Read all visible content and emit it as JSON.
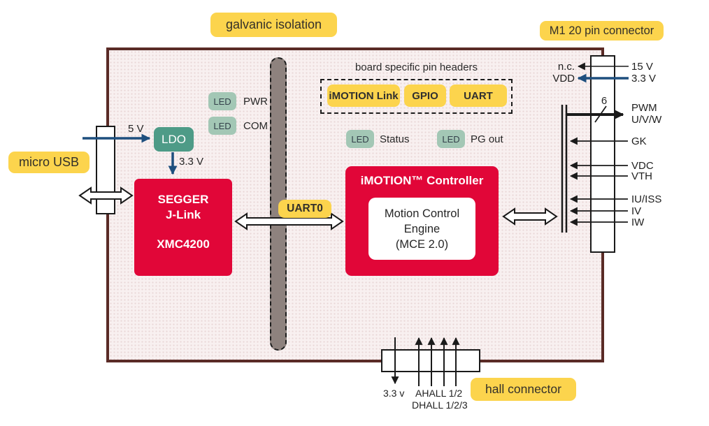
{
  "colors": {
    "board_fill": "#f8f0f0",
    "board_border": "#5a2b26",
    "accent_red": "#e10638",
    "accent_yellow": "#fcd44d",
    "ldo_teal": "#4e9b87",
    "led_sage": "#a3c7b5",
    "arrow_blue": "#1e4f7e",
    "isolation_gray": "#8e827e"
  },
  "labels": {
    "galvanic_isolation": "galvanic isolation",
    "m1_connector": "M1 20 pin connector",
    "micro_usb": "micro USB",
    "uart0": "UART0",
    "hall_connector": "hall connector",
    "pin_headers_title": "board specific pin headers"
  },
  "pin_headers": {
    "imotion_link": "iMOTION Link",
    "gpio": "GPIO",
    "uart": "UART"
  },
  "leds": {
    "led": "LED",
    "pwr": "PWR",
    "com": "COM",
    "status": "Status",
    "pg_out": "PG out"
  },
  "power": {
    "v5": "5 V",
    "v33": "3.3 V"
  },
  "blocks": {
    "ldo": "LDO",
    "segger_line1": "SEGGER",
    "segger_line2": "J-Link",
    "segger_line3": "XMC4200",
    "imotion_title": "iMOTION™ Controller",
    "mce_line1": "Motion Control",
    "mce_line2": "Engine",
    "mce_line3": "(MCE 2.0)"
  },
  "m1_pins": {
    "nc": "n.c.",
    "vdd": "VDD",
    "v15": "15 V",
    "v33": "3.3 V",
    "bus_count": "6",
    "pwm": "PWM",
    "uvw": "U/V/W",
    "gk": "GK",
    "vdc": "VDC",
    "vth": "VTH",
    "iu_iss": "IU/ISS",
    "iv": "IV",
    "iw": "IW"
  },
  "hall": {
    "v33": "3.3 v",
    "ahall": "AHALL 1/2",
    "dhall": "DHALL 1/2/3"
  }
}
